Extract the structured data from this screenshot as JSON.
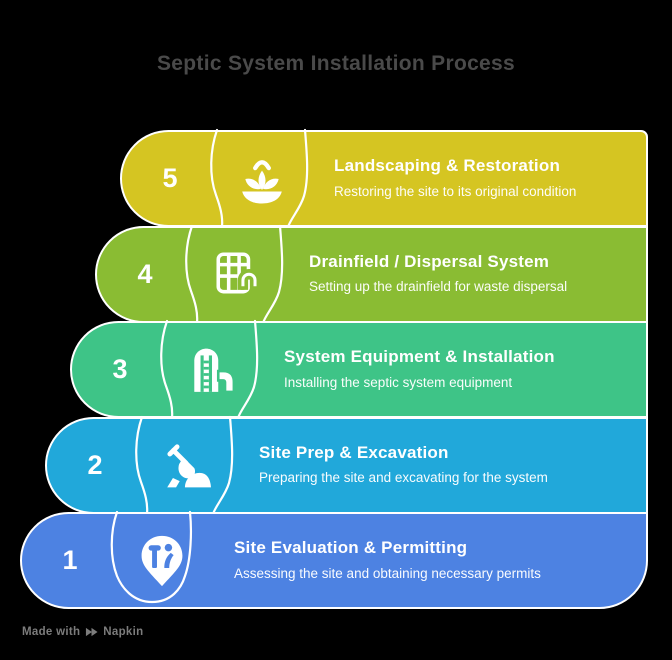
{
  "page": {
    "title": "Septic System Installation Process",
    "title_color": "#4a4a4a",
    "background_color": "#000000",
    "outline_color": "#ffffff"
  },
  "steps": [
    {
      "number": "5",
      "title": "Landscaping & Restoration",
      "description": "Restoring the site to its original condition",
      "color": "#d5c522",
      "icon": "landscaping-plant-bowl-icon"
    },
    {
      "number": "4",
      "title": "Drainfield / Dispersal System",
      "description": "Setting up the drainfield for waste dispersal",
      "color": "#8abc33",
      "icon": "drainfield-grid-magnet-icon"
    },
    {
      "number": "3",
      "title": "System Equipment & Installation",
      "description": "Installing the septic system equipment",
      "color": "#3ec487",
      "icon": "silo-equipment-icon"
    },
    {
      "number": "2",
      "title": "Site Prep & Excavation",
      "description": "Preparing the site and excavating for the system",
      "color": "#21a8da",
      "icon": "shovel-excavation-icon"
    },
    {
      "number": "1",
      "title": "Site Evaluation & Permitting",
      "description": "Assessing the site and obtaining necessary permits",
      "color": "#4d82e2",
      "icon": "map-pin-surveyor-icon"
    }
  ],
  "watermark": {
    "prefix": "Made with",
    "brand": "Napkin",
    "color": "#7c7c7c"
  }
}
